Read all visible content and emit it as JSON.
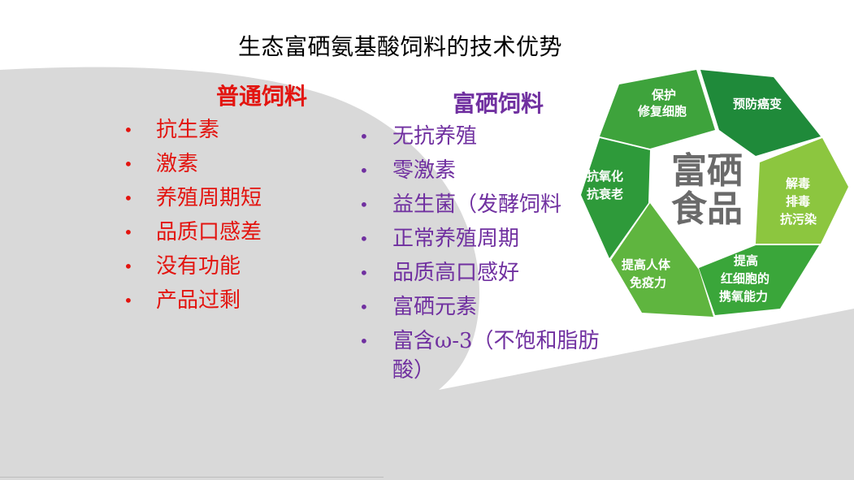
{
  "title": "生态富硒氨基酸饲料的技术优势",
  "columns": {
    "ordinary": {
      "heading": "普通饲料",
      "items": [
        "抗生素",
        "激素",
        "养殖周期短",
        "品质口感差",
        "没有功能",
        "产品过剩"
      ]
    },
    "selenium": {
      "heading": "富硒饲料",
      "items": [
        "无抗养殖",
        "零激素",
        "益生菌（发酵饲料",
        "正常养殖周期",
        "品质高口感好",
        "富硒元素",
        "富含ω-3（不饱和脂肪酸）"
      ]
    }
  },
  "bullet": "•",
  "diagram": {
    "center_line1": "富硒",
    "center_line2": "食品",
    "segments": [
      {
        "line1": "保护",
        "line2": "修复细胞",
        "line3": ""
      },
      {
        "line1": "预防癌变",
        "line2": "",
        "line3": ""
      },
      {
        "line1": "解毒",
        "line2": "排毒",
        "line3": "抗污染"
      },
      {
        "line1": "提高",
        "line2": "红细胞的",
        "line3": "携氧能力"
      },
      {
        "line1": "提高人体",
        "line2": "免疫力",
        "line3": ""
      },
      {
        "line1": "抗氧化",
        "line2": "抗衰老",
        "line3": ""
      }
    ]
  },
  "colors": {
    "red": "#e3140f",
    "purple": "#7030a0",
    "gray_shape": "#d9d9d9",
    "green_dark": "#1f8a3a",
    "green_mid": "#3aa63a",
    "green_light": "#8cc63f"
  }
}
